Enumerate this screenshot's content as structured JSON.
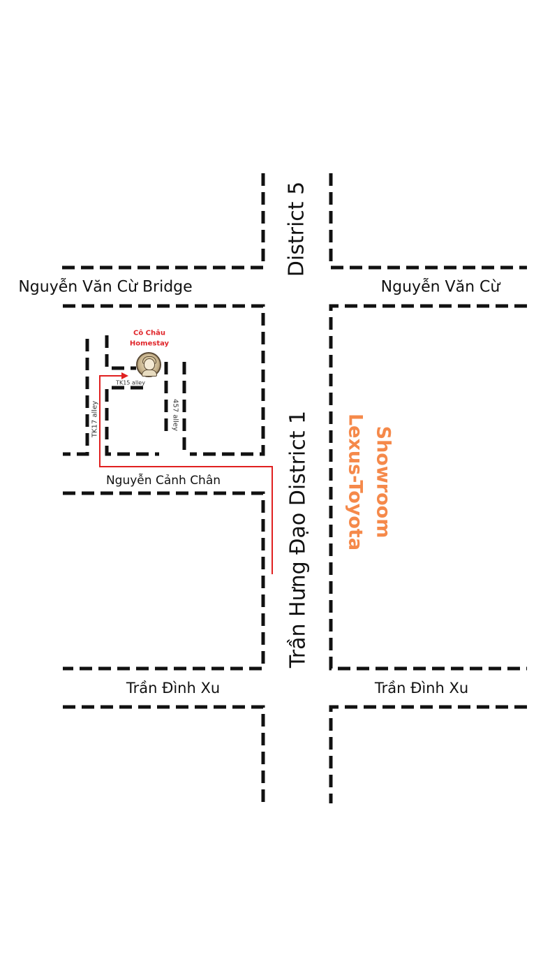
{
  "map": {
    "roads": {
      "main_street": "Trần Hưng Đạo District 1",
      "main_street_north": "District 5",
      "cross_street_north_west": "Nguyễn Văn Cừ Bridge",
      "cross_street_north_east": "Nguyễn Văn Cừ",
      "cross_street_middle": "Nguyễn Cảnh Chân",
      "cross_street_south_west": "Trần Đình Xu",
      "cross_street_south_east": "Trần Đình Xu"
    },
    "alleys": {
      "tk17": "TK17 alley",
      "tk15": "TK15 alley",
      "a457": "457 alley"
    },
    "destination": {
      "line1": "Cô Châu",
      "line2": "Homestay",
      "icon": "homestay-avatar-icon"
    },
    "landmark": {
      "line1": "Showroom",
      "line2": "Lexus-Toyota"
    },
    "colors": {
      "route": "#e02020",
      "destination_label": "#e0262b",
      "landmark_label": "#f5894a",
      "road_line": "#111111"
    }
  }
}
